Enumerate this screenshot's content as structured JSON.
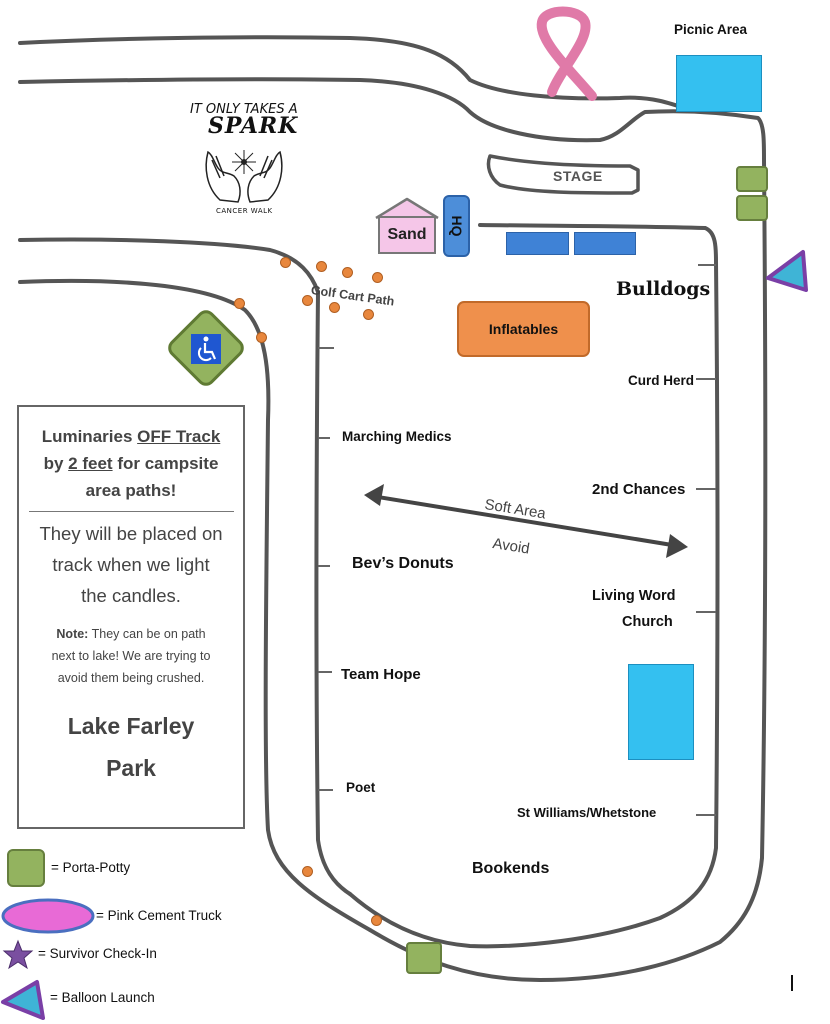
{
  "logo": {
    "line1": "IT ONLY TAKES A",
    "line2": "SPARK",
    "line3": "CANCER WALK",
    "icon": "hands-spark-logo-icon"
  },
  "areas": {
    "picnic": "Picnic Area",
    "stage": "STAGE",
    "sand": "Sand",
    "hq": "HQ",
    "inflatables": "Inflatables",
    "golf_cart_path": "Golf Cart Path",
    "soft_area_line1": "Soft Area",
    "soft_area_line2": "Avoid"
  },
  "campsites": {
    "bulldogs": "Bulldogs",
    "curd_herd": "Curd Herd",
    "marching_medics": "Marching Medics",
    "second_chances": "2nd Chances",
    "bevs_donuts": "Bev’s Donuts",
    "living_word_line1": "Living Word",
    "living_word_line2": "Church",
    "team_hope": "Team Hope",
    "poet": "Poet",
    "st_williams": "St Williams/Whetstone",
    "bookends": "Bookends"
  },
  "info_box": {
    "luminaries": "Luminaries",
    "off_track": "OFF Track",
    "by": "by",
    "two_feet": "2 feet",
    "for_campsite": "for campsite",
    "area_paths": "area paths!",
    "placed_line1": "They will be placed on",
    "placed_line2": "track when we light",
    "placed_line3": "the candles.",
    "note_label": "Note:",
    "note_text1": "They can be on path",
    "note_text2": "next to lake! We are trying to",
    "note_text3": "avoid them being crushed.",
    "park_line1": "Lake Farley",
    "park_line2": "Park"
  },
  "legend": {
    "porta_potty": "= Porta-Potty",
    "pink_cement_truck": "= Pink Cement Truck",
    "survivor_checkin": "= Survivor Check-In",
    "balloon_launch": "= Balloon Launch"
  },
  "icons": {
    "ribbon": "pink-ribbon-icon",
    "accessible": "wheelchair-icon",
    "star": "survivor-star-icon",
    "triangle": "balloon-triangle-icon"
  },
  "colors": {
    "porta_potty": "#93b35f",
    "cement_truck": "#e86ad6",
    "star": "#7a4fa0",
    "triangle_fill": "#3fb4d6",
    "triangle_stroke": "#7a3fa6",
    "luminary_dot": "#e8873d",
    "inflatables": "#ef904c",
    "hq": "#4d8ed9",
    "sand": "#f5c6e8",
    "ribbon": "#e07aa8"
  }
}
